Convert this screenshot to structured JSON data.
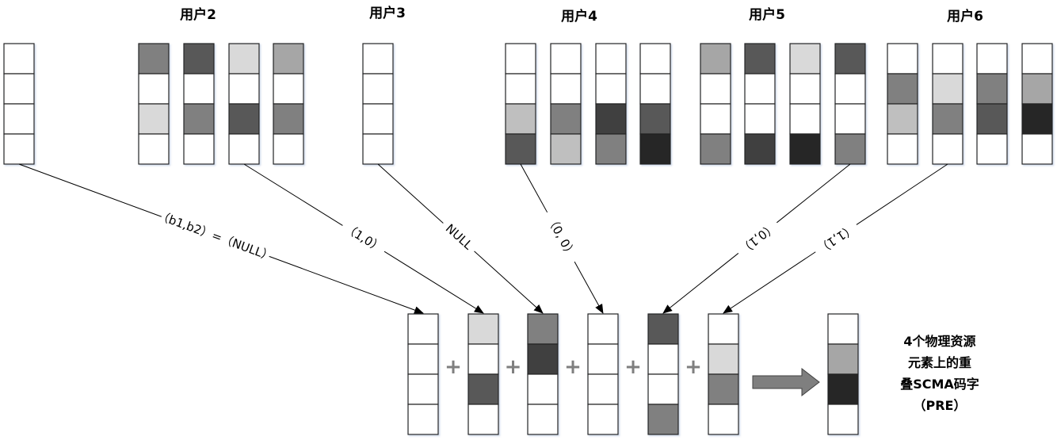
{
  "palette": {
    "W": "#ffffff",
    "L1": "#d9d9d9",
    "L2": "#bfbfbf",
    "M1": "#a6a6a6",
    "M2": "#808080",
    "D1": "#595959",
    "D2": "#404040",
    "D3": "#262626"
  },
  "users": [
    {
      "title": "",
      "codewords": [
        [
          "W",
          "W",
          "W",
          "W"
        ]
      ]
    },
    {
      "title": "用户2",
      "codewords": [
        [
          "M2",
          "W",
          "L1",
          "W"
        ],
        [
          "D1",
          "W",
          "M2",
          "W"
        ],
        [
          "L1",
          "W",
          "D1",
          "W"
        ],
        [
          "M1",
          "W",
          "M2",
          "W"
        ]
      ]
    },
    {
      "title": "用户3",
      "codewords": [
        [
          "W",
          "W",
          "W",
          "W"
        ]
      ]
    },
    {
      "title": "用户4",
      "codewords": [
        [
          "W",
          "W",
          "L2",
          "D1"
        ],
        [
          "W",
          "W",
          "M2",
          "L2"
        ],
        [
          "W",
          "W",
          "D2",
          "M2"
        ],
        [
          "W",
          "W",
          "D1",
          "D3"
        ]
      ]
    },
    {
      "title": "用户5",
      "codewords": [
        [
          "M1",
          "W",
          "W",
          "M2"
        ],
        [
          "D1",
          "W",
          "W",
          "D2"
        ],
        [
          "L1",
          "W",
          "W",
          "D3"
        ],
        [
          "D1",
          "W",
          "W",
          "M2"
        ]
      ]
    },
    {
      "title": "用户6",
      "codewords": [
        [
          "W",
          "M2",
          "L2",
          "W"
        ],
        [
          "W",
          "L1",
          "M2",
          "W"
        ],
        [
          "W",
          "M2",
          "D1",
          "W"
        ],
        [
          "W",
          "M1",
          "D3",
          "W"
        ]
      ]
    }
  ],
  "mappings": [
    {
      "label": "（b1,b2）=（NULL）",
      "from_user": 0,
      "from_codeword": 0
    },
    {
      "label": "（1,0）",
      "from_user": 1,
      "from_codeword": 2
    },
    {
      "label": "NULL",
      "from_user": 2,
      "from_codeword": 0
    },
    {
      "label": "（0, 0）",
      "from_user": 3,
      "from_codeword": 0
    },
    {
      "label": "（0,1）",
      "from_user": 4,
      "from_codeword": 3,
      "text_flipped": true
    },
    {
      "label": "（1,1）",
      "from_user": 5,
      "from_codeword": 1,
      "text_flipped": true
    }
  ],
  "selected_codewords": [
    [
      "W",
      "W",
      "W",
      "W"
    ],
    [
      "L1",
      "W",
      "D1",
      "W"
    ],
    [
      "M2",
      "D2",
      "W",
      "W"
    ],
    [
      "W",
      "W",
      "W",
      "W"
    ],
    [
      "D1",
      "W",
      "W",
      "M2"
    ],
    [
      "W",
      "L1",
      "M2",
      "W"
    ]
  ],
  "operator_symbol": "+",
  "result": {
    "codeword": [
      "W",
      "M1",
      "D3",
      "W"
    ],
    "caption_lines": [
      "4个物理资源",
      "元素上的重",
      "叠SCMA码字",
      "（PRE）"
    ]
  }
}
